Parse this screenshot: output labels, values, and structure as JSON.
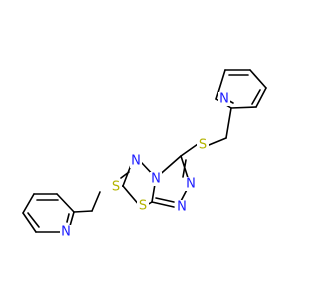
{
  "molecule": {
    "atoms": [
      {
        "label": "N",
        "element": "nitrogen"
      },
      {
        "label": "N",
        "element": "nitrogen"
      },
      {
        "label": "N",
        "element": "nitrogen"
      },
      {
        "label": "N",
        "element": "nitrogen"
      },
      {
        "label": "N",
        "element": "nitrogen"
      },
      {
        "label": "N",
        "element": "nitrogen"
      },
      {
        "label": "S",
        "element": "sulfur"
      },
      {
        "label": "S",
        "element": "sulfur"
      },
      {
        "label": "S",
        "element": "sulfur"
      }
    ],
    "colors": {
      "bond": "#000000",
      "nitrogen": "#1a1aff",
      "sulfur": "#b3b300"
    }
  }
}
